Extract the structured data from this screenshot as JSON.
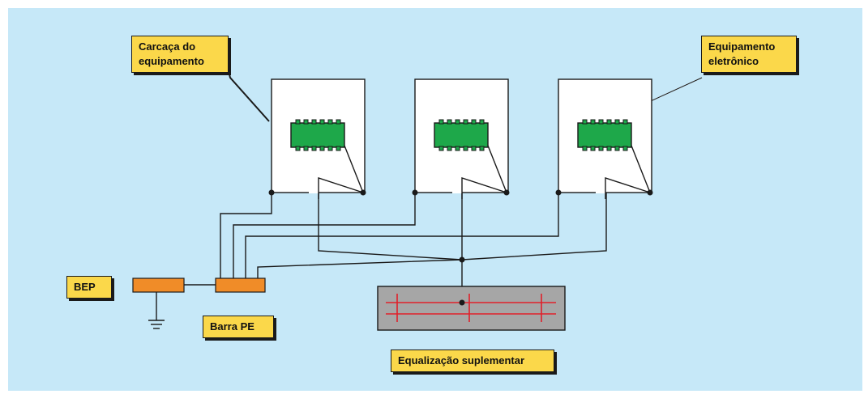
{
  "labels": {
    "equipment_housing": [
      "Carcaça do",
      "equipamento"
    ],
    "electronic_equipment": [
      "Equipamento",
      "eletrônico"
    ],
    "bep": "BEP",
    "pe_bar": "Barra PE",
    "supplementary_equalization": "Equalização suplementar"
  },
  "colors": {
    "background": "#c6e8f8",
    "label_fill": "#fbd84a",
    "chip_fill": "#1ea84a",
    "bar_fill": "#f08c28",
    "equalization_fill": "#a6a6a6",
    "equalization_lines": "#e0202a",
    "wire": "#1a1a1a"
  },
  "icons": [
    "ground-icon",
    "chip-icon"
  ]
}
